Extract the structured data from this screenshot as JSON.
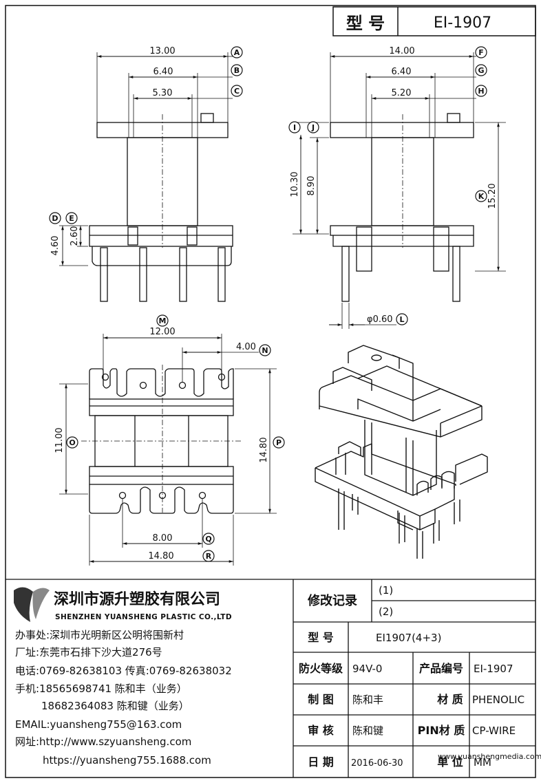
{
  "header": {
    "model_label": "型 号",
    "model_value": "EI-1907"
  },
  "dimensions": {
    "A": "13.00",
    "B": "6.40",
    "C": "5.30",
    "D": "4.60",
    "E": "2.60",
    "F": "14.00",
    "G": "6.40",
    "H": "5.20",
    "I": "10.30",
    "J": "8.90",
    "K": "15.20",
    "L": "φ0.60",
    "M": "12.00",
    "N": "4.00",
    "O": "11.00",
    "P": "14.80",
    "Q": "8.00",
    "R": "14.80"
  },
  "markers": [
    "A",
    "B",
    "C",
    "D",
    "E",
    "F",
    "G",
    "H",
    "I",
    "J",
    "K",
    "L",
    "M",
    "N",
    "O",
    "P",
    "Q",
    "R"
  ],
  "company": {
    "name_cn": "深圳市源升塑胶有限公司",
    "name_en": "SHENZHEN YUANSHENG PLASTIC CO.,LTD",
    "office": "办事处:深圳市光明新区公明将围新村",
    "factory": "厂址:东莞市石排下沙大道276号",
    "phone": "电话:0769-82638103 传真:0769-82638032",
    "mobile1": "手机:18565698741 陈和丰（业务）",
    "mobile2": "18682364083 陈和键（业务）",
    "email": "EMAIL:yuansheng755@163.com",
    "web_label": "网址:http://www.szyuansheng.com",
    "web2": "https://yuansheng755.1688.com"
  },
  "revision": {
    "label": "修改记录",
    "rows": [
      "(1)",
      "(2)"
    ]
  },
  "table": {
    "model_label": "型 号",
    "model_value": "EI1907(4+3)",
    "fire_label": "防火等级",
    "fire_value": "94V-0",
    "code_label": "产品编号",
    "code_value": "EI-1907",
    "drawer_label": "制 图",
    "drawer_value": "陈和丰",
    "material_label": "材 质",
    "material_value": "PHENOLIC",
    "checker_label": "审 核",
    "checker_value": "陈和键",
    "pin_label": "PIN材 质",
    "pin_value": "CP-WIRE",
    "date_label": "日 期",
    "date_value": "2016-06-30",
    "unit_label": "单 位",
    "unit_value": "MM"
  },
  "watermark": "www.yuanshengmedia.com"
}
